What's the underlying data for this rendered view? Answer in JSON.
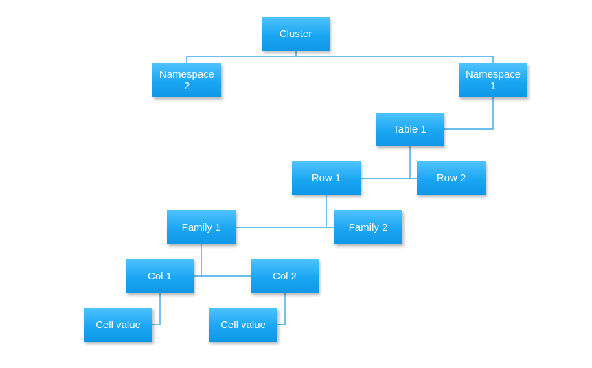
{
  "nodes": {
    "cluster": "Cluster",
    "namespace_2": "Namespace\n2",
    "namespace_1": "Namespace\n1",
    "table_1": "Table 1",
    "row_1": "Row 1",
    "row_2": "Row 2",
    "family_1": "Family 1",
    "family_2": "Family 2",
    "col_1": "Col 1",
    "col_2": "Col 2",
    "cell_value_1": "Cell value",
    "cell_value_2": "Cell value"
  },
  "colors": {
    "node_fill": "#1aa6f2",
    "connector": "#3aa8e6",
    "text": "#ffffff"
  }
}
